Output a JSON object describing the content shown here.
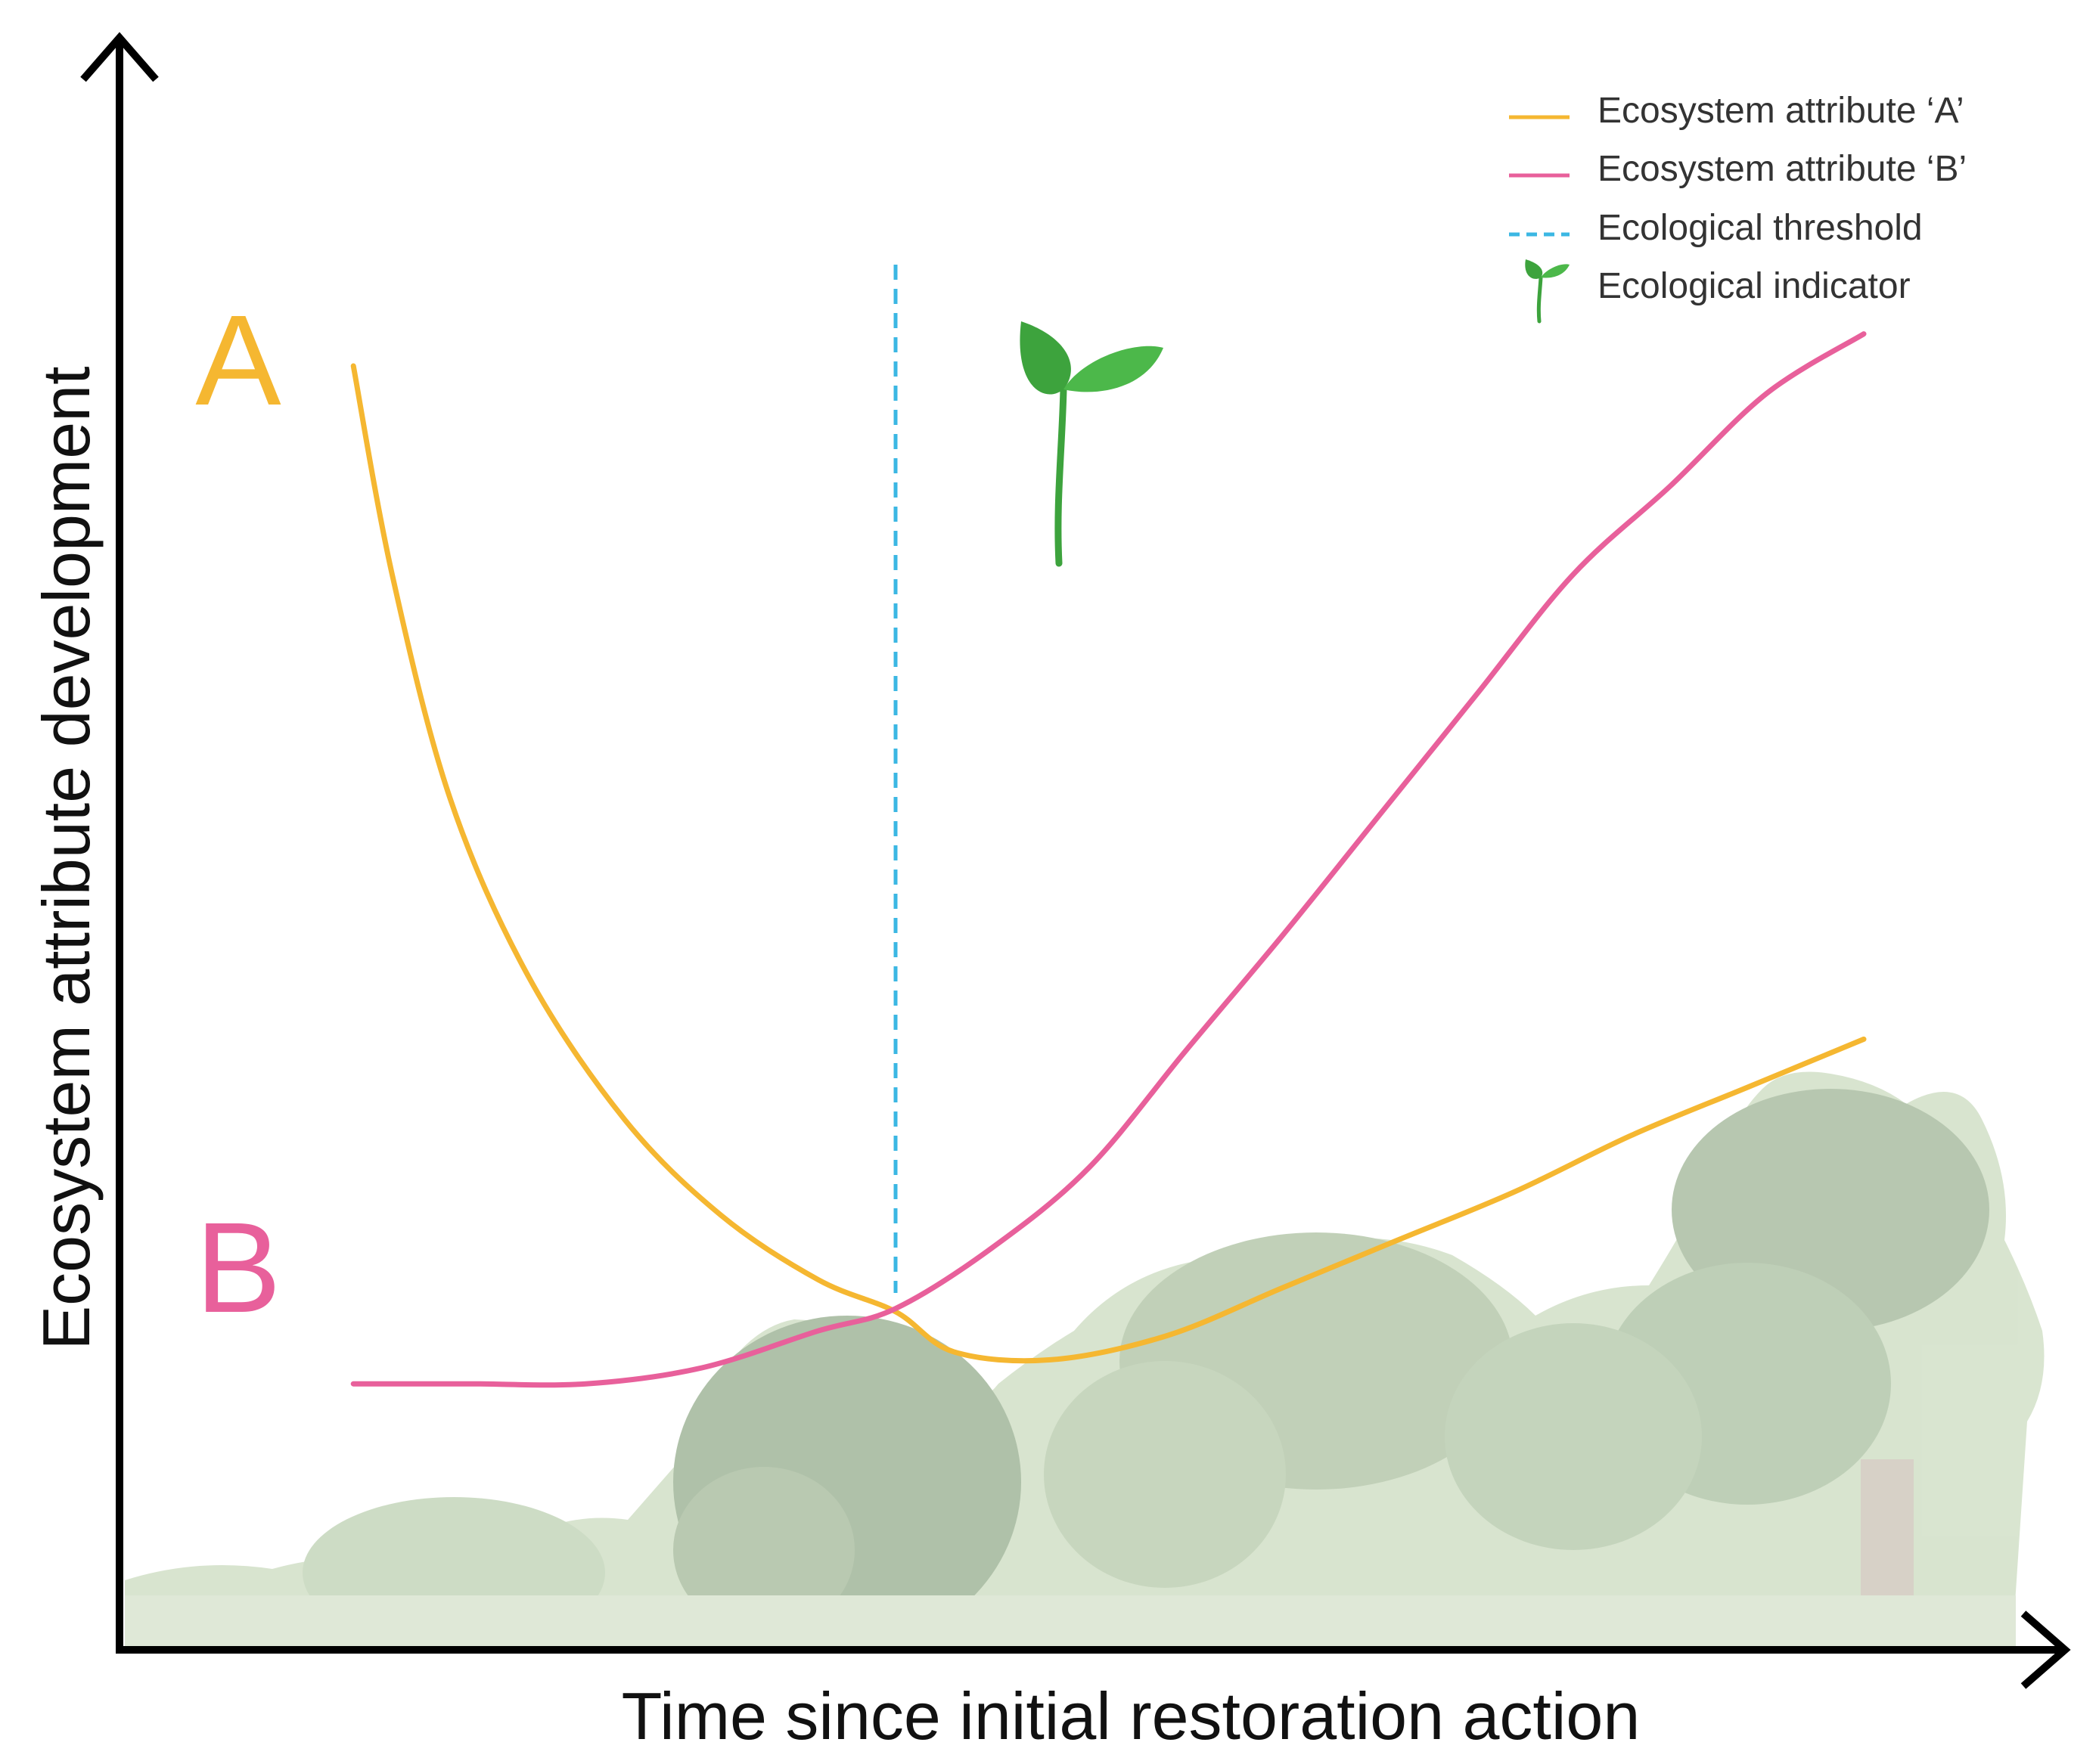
{
  "chart_data": {
    "type": "line",
    "title": "",
    "xlabel": "Time since initial restoration action",
    "ylabel": "Ecosystem attribute development",
    "xlim": [
      0,
      100
    ],
    "ylim": [
      0,
      100
    ],
    "grid": false,
    "legend_position": "top-right",
    "series": [
      {
        "name": "Ecosystem attribute 'A'",
        "marker_label": "A",
        "color": "#f5b731",
        "x": [
          12,
          14,
          17,
          21,
          26,
          31,
          36,
          40,
          43,
          48,
          54,
          60,
          66,
          72,
          78,
          84,
          90
        ],
        "y": [
          80,
          67,
          53,
          42,
          33,
          27,
          23,
          21,
          18.5,
          18,
          19.5,
          22.5,
          25.5,
          28.5,
          32,
          35,
          38
        ]
      },
      {
        "name": "Ecosystem attribute 'B'",
        "marker_label": "B",
        "color": "#e8609b",
        "x": [
          12,
          18,
          24,
          30,
          36,
          40,
          45,
          50,
          55,
          60,
          65,
          70,
          75,
          80,
          85,
          90
        ],
        "y": [
          16.5,
          16.5,
          16.5,
          17.5,
          19.8,
          21.2,
          25,
          30,
          37.3,
          44.5,
          52,
          59.5,
          67,
          72.5,
          78.3,
          82
        ]
      }
    ],
    "annotations": [
      {
        "name": "Ecological threshold",
        "type": "vertical-dashed-line",
        "x": 40,
        "color": "#3bb7e3"
      },
      {
        "name": "Ecological indicator",
        "type": "seedling-icon",
        "x": 45
      }
    ]
  },
  "legend": {
    "items": [
      {
        "label": "Ecosystem attribute ‘A’",
        "color": "#f5b731",
        "icon": "solid-line"
      },
      {
        "label": "Ecosystem attribute ‘B’",
        "color": "#e8609b",
        "icon": "solid-line"
      },
      {
        "label": "Ecological threshold",
        "color": "#3bb7e3",
        "icon": "dashed-line"
      },
      {
        "label": "Ecological indicator",
        "color": "#3da33d",
        "icon": "seedling-icon"
      }
    ]
  }
}
